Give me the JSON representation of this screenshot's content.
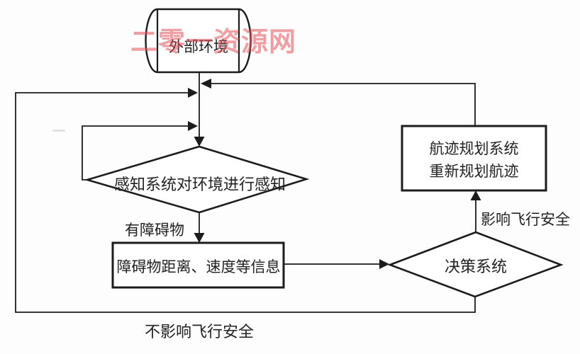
{
  "watermark": "二零一资源网",
  "nodes": {
    "external_environment": "外部环境",
    "perception": "感知系统对环境进行感知",
    "obstacle_info": "障碍物距离、速度等信息",
    "decision": "决策系统",
    "replan_line1": "航迹规划系统",
    "replan_line2": "重新规划航迹"
  },
  "edge_labels": {
    "has_obstacle": "有障碍物",
    "affects_safety": "影响飞行安全",
    "not_affects_safety": "不影响飞行安全"
  },
  "colors": {
    "line": "#1c1c1c",
    "node_fill": "#ffffff",
    "watermark": "#e4555a",
    "background": "#fdfdfd",
    "text": "#222222"
  }
}
